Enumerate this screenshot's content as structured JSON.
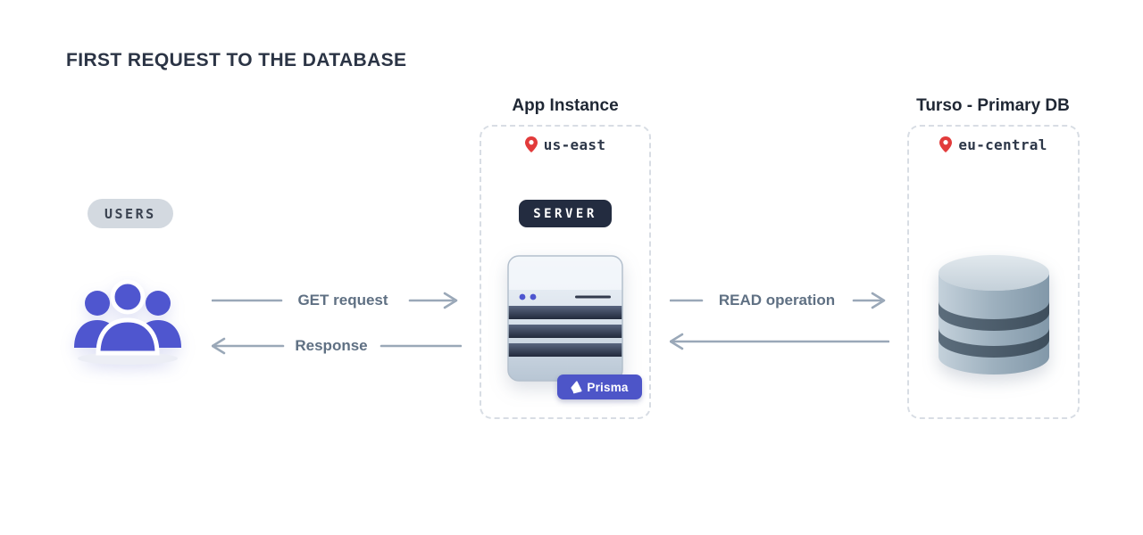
{
  "title": "FIRST REQUEST TO THE DATABASE",
  "users_group": {
    "badge": "USERS",
    "icon": "users-icon"
  },
  "flows": {
    "get_request": "GET request",
    "response": "Response",
    "read_operation": "READ operation"
  },
  "app_instance": {
    "title": "App Instance",
    "region": "us-east",
    "region_icon": "location-pin-icon",
    "server_badge": "SERVER",
    "orm_badge": "Prisma",
    "illustration": "server-icon"
  },
  "primary_db": {
    "title": "Turso - Primary DB",
    "region": "eu-central",
    "region_icon": "location-pin-icon",
    "illustration": "database-icon"
  },
  "colors": {
    "accent_indigo": "#4f56cf",
    "prisma_indigo": "#4d55c8",
    "badge_dark": "#232c40",
    "arrow_gray": "#9aa8b8",
    "label_slate": "#5f7083",
    "pin_red": "#e23b3b",
    "dashed_border": "#d8dde4",
    "users_pill_bg": "#d3d9e0",
    "title_dark": "#2b3445"
  }
}
